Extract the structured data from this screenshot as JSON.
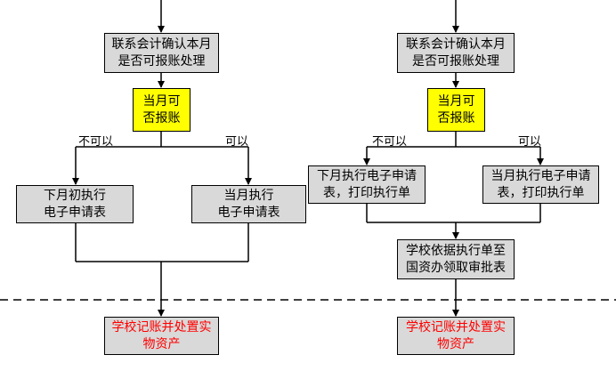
{
  "left": {
    "confirm_box": "联系会计确认本月\n是否可报账处理",
    "decision_box": "当月可\n否报账",
    "label_no": "不可以",
    "label_yes": "可以",
    "next_month_box": "下月初执行\n电子申请表",
    "this_month_box": "当月执行\n电子申请表",
    "final_box": "学校记账并处置实\n物资产"
  },
  "right": {
    "confirm_box": "联系会计确认本月\n是否可报账处理",
    "decision_box": "当月可\n否报账",
    "label_no": "不可以",
    "label_yes": "可以",
    "next_month_box": "下月执行电子申请\n表，打印执行单",
    "this_month_box": "当月执行电子申请\n表，打印执行单",
    "approval_box": "学校依据执行单至\n国资办领取审批表",
    "final_box": "学校记账并处置实\n物资产"
  },
  "colors": {
    "box_fill": "#d9d9d9",
    "decision_fill": "#ffff00",
    "final_text": "#ff0000"
  }
}
